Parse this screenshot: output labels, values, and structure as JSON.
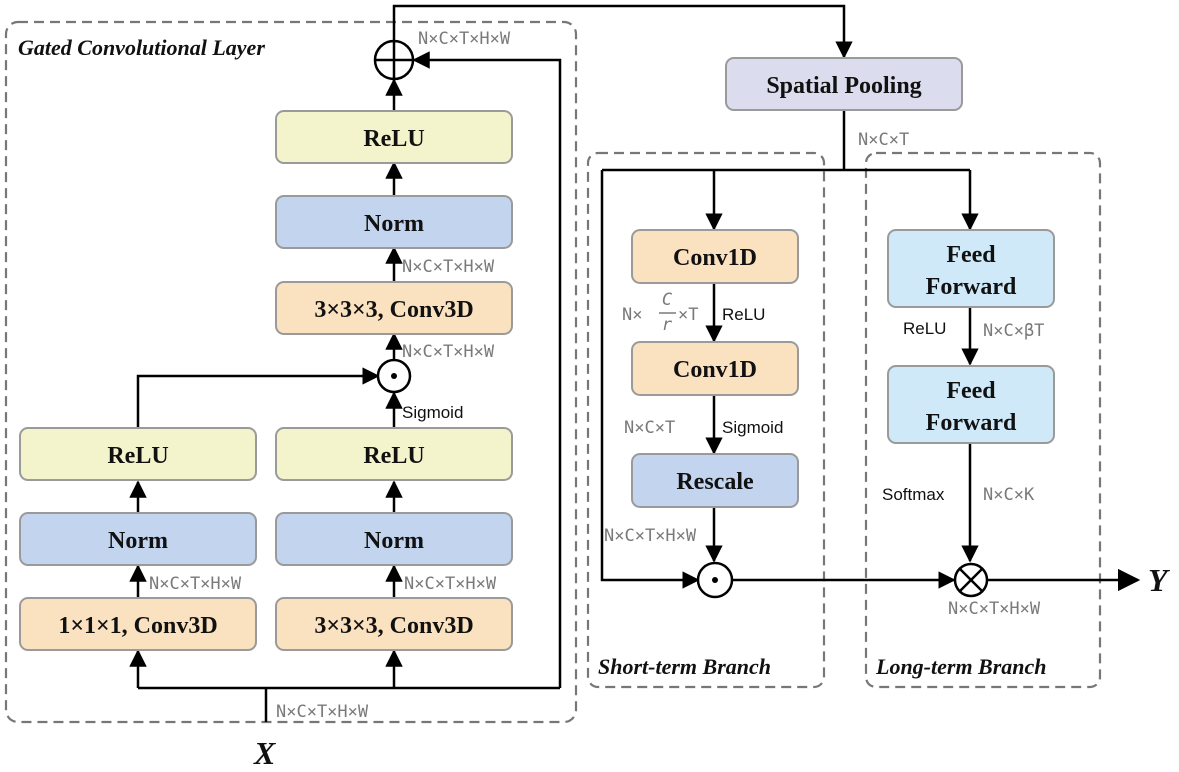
{
  "regions": {
    "gated": "Gated Convolutional Layer",
    "short_term": "Short-term Branch",
    "long_term": "Long-term Branch"
  },
  "io": {
    "input": "X",
    "output": "Y"
  },
  "gated_layer": {
    "left_conv": "1×1×1, Conv3D",
    "left_norm": "Norm",
    "left_relu": "ReLU",
    "right_conv": "3×3×3, Conv3D",
    "right_norm": "Norm",
    "right_relu": "ReLU",
    "gate_activation": "Sigmoid",
    "top_conv": "3×3×3, Conv3D",
    "top_norm": "Norm",
    "top_relu": "ReLU"
  },
  "spatial_pooling": "Spatial Pooling",
  "short_branch": {
    "conv1": "Conv1D",
    "act1": "ReLU",
    "conv2": "Conv1D",
    "act2": "Sigmoid",
    "rescale": "Rescale"
  },
  "long_branch": {
    "ff1_line1": "Feed",
    "ff1_line2": "Forward",
    "act1": "ReLU",
    "ff2_line1": "Feed",
    "ff2_line2": "Forward",
    "act2": "Softmax"
  },
  "dims": {
    "input": "N×C×T×H×W",
    "left_conv_out": "N×C×T×H×W",
    "right_conv_out": "N×C×T×H×W",
    "gate_out": "N×C×T×H×W",
    "top_conv_out": "N×C×T×H×W",
    "residual_out": "N×C×T×H×W",
    "pooled": "N×C×T",
    "short_reduced_prefix": "N×",
    "short_reduced_num": "C",
    "short_reduced_den": "r",
    "short_reduced_suffix": "×T",
    "short_conv2_out": "N×C×T",
    "short_rescale_out": "N×C×T×H×W",
    "long_ff1_out": "N×C×βT",
    "long_kernel": "N×C×K",
    "output": "N×C×T×H×W"
  },
  "colors": {
    "relu_fill": "#f3f4cc",
    "norm_fill": "#c2d4ee",
    "conv_fill": "#fae1c0",
    "pool_fill": "#dcdcef",
    "ff_fill": "#cfe9f8",
    "box_stroke": "#9a9a9a",
    "line": "#000000",
    "dashed": "#777777"
  }
}
